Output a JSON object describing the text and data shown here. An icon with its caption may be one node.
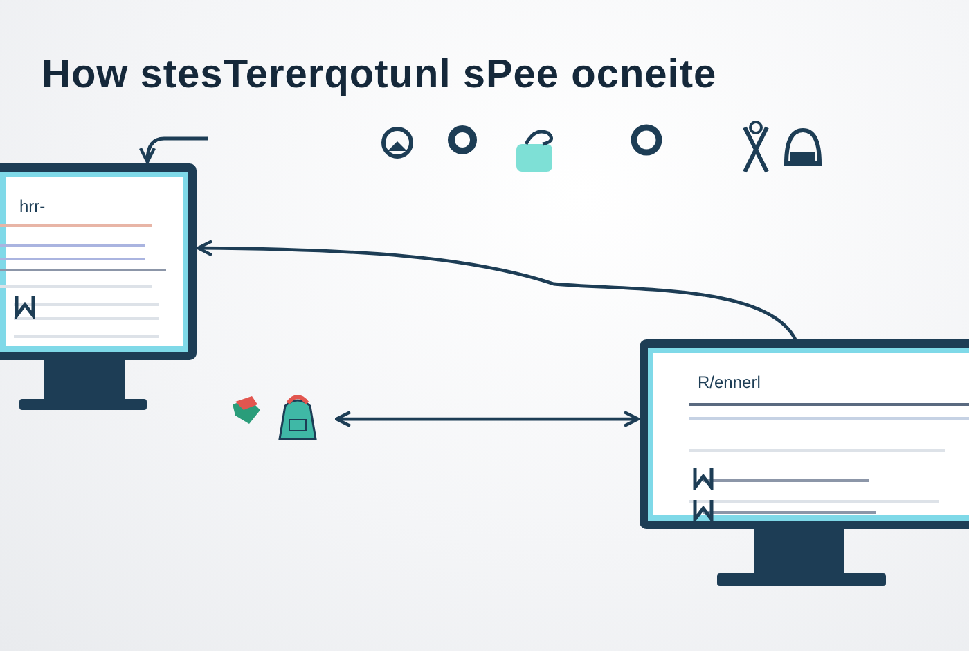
{
  "diagram": {
    "title": "How stesTererqotunl sPee ocneite",
    "nodes": [
      {
        "text": [
          "hrr-"
        ]
      },
      {
        "text": [
          "R/ennerl"
        ]
      },
      {
        "text": [],
        "shape": "picture"
      }
    ],
    "edges": [
      {
        "from": 1,
        "to": 0,
        "arrow": "to"
      },
      {
        "from": 2,
        "to": 1,
        "arrow": "both"
      },
      {
        "from": null,
        "to": 0,
        "arrow": "to"
      }
    ]
  }
}
